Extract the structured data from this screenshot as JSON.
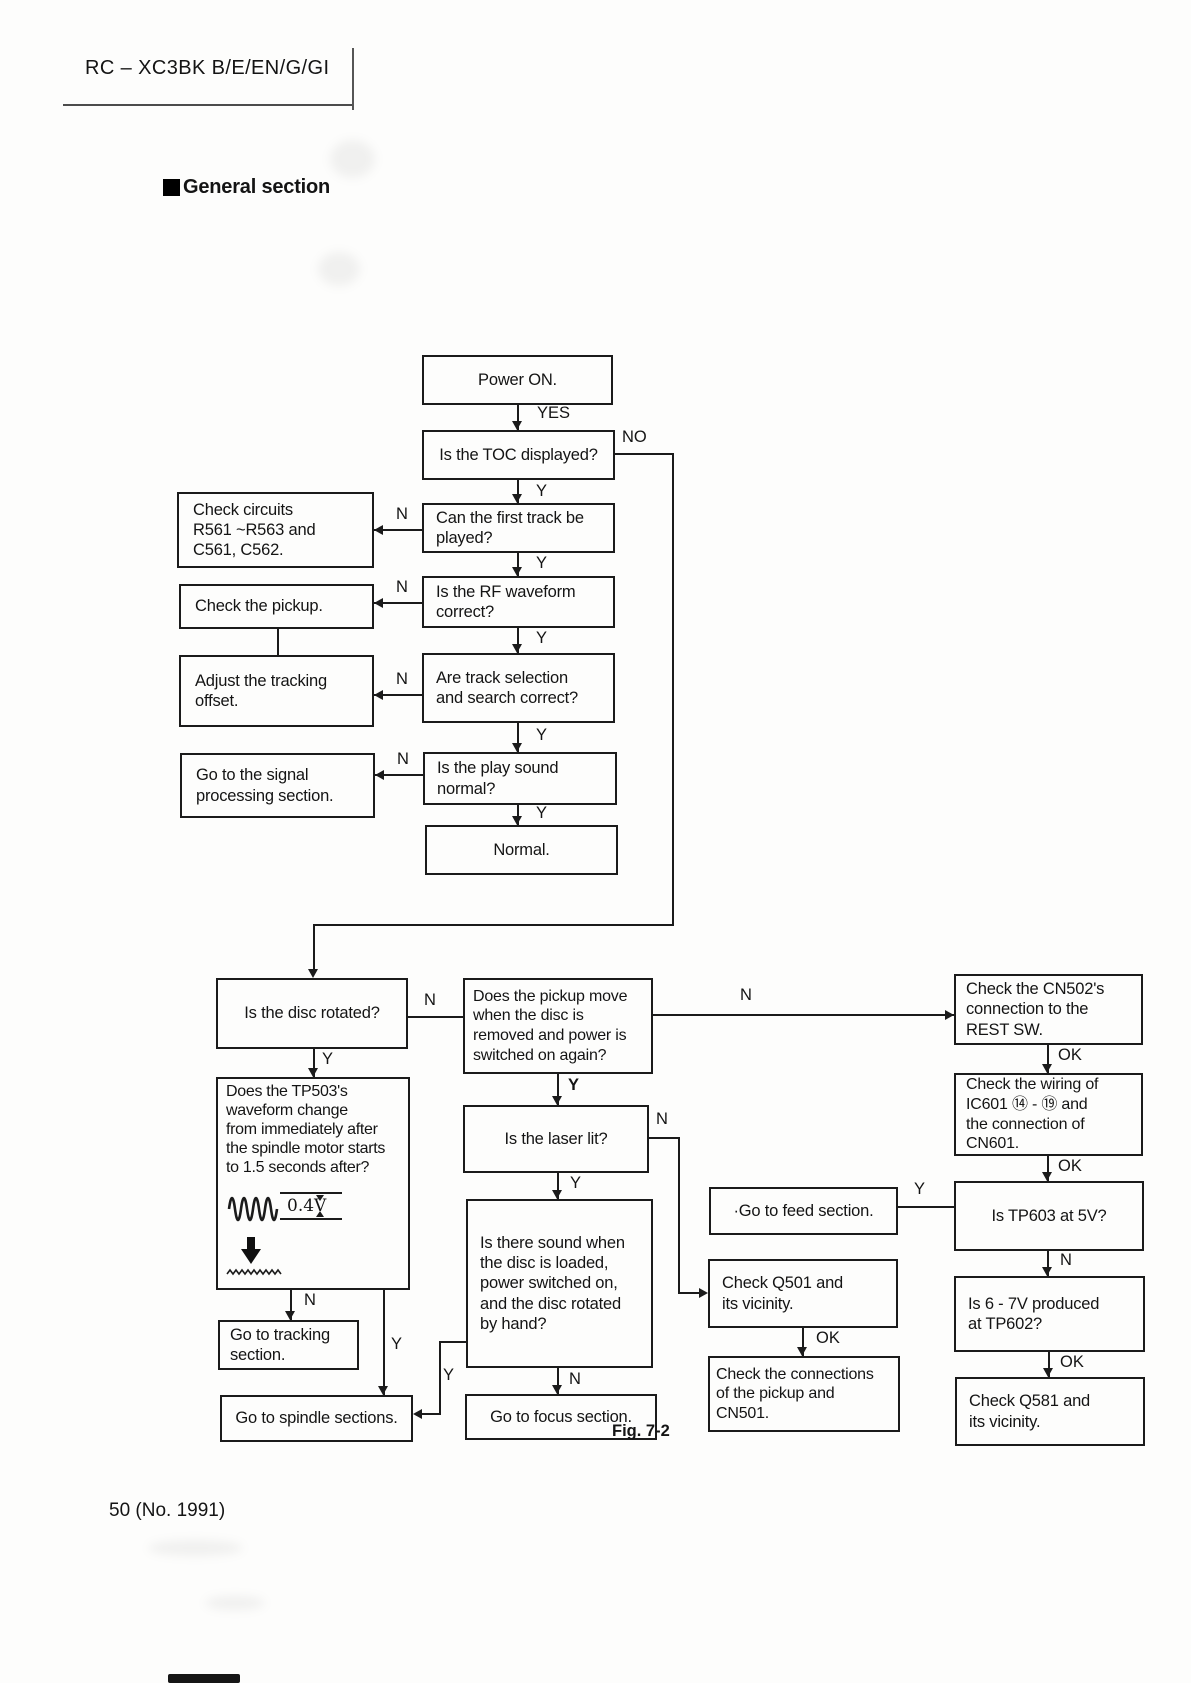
{
  "page": {
    "model_code": "RC – XC3BK B/E/EN/G/GI",
    "section_title": "General section",
    "figure_caption": "Fig. 7-2",
    "page_footer": "50  (No. 1991)"
  },
  "labels": {
    "yes": "YES",
    "no": "NO",
    "y": "Y",
    "n": "N",
    "ok": "OK"
  },
  "nodes": {
    "power_on": "Power ON.",
    "toc_displayed": "Is the TOC displayed?",
    "first_track": "Can the first track be\nplayed?",
    "check_circuits": "Check circuits\nR561 ~R563 and\nC561, C562.",
    "rf_waveform": "Is the RF waveform\ncorrect?",
    "check_pickup": "Check the pickup.",
    "track_selection": "Are track selection\nand search correct?",
    "adjust_tracking": "Adjust the tracking\noffset.",
    "play_sound": "Is the play sound\nnormal?",
    "signal_processing": "Go to the signal\nprocessing section.",
    "normal": "Normal.",
    "disc_rotated": "Is the disc rotated?",
    "pickup_move": "Does the pickup move\nwhen the disc is\nremoved and power is\nswitched on again?",
    "tp503_waveform": "Does the TP503's\nwaveform change\nfrom immediately after\nthe spindle motor starts\nto 1.5 seconds after?",
    "tp503_level": "0.4V",
    "laser_lit": "Is the laser lit?",
    "sound_when_loaded": "Is there sound when\nthe disc is loaded,\npower switched on,\nand the disc rotated\nby hand?",
    "go_tracking": "Go to tracking\nsection.",
    "go_spindle": "Go to spindle sections.",
    "go_focus": "Go to focus section.",
    "check_cn502": "Check the CN502's\nconnection to the\nREST SW.",
    "check_ic601": "Check the wiring of\nIC601 ⑭ - ⑲ and\nthe connection of\nCN601.",
    "tp603_5v": "Is TP603 at 5V?",
    "go_feed": "·Go to feed section.",
    "check_q501": "Check Q501 and\nits vicinity.",
    "tp602_6_7v": "Is 6 - 7V produced\nat TP602?",
    "pickup_cn501": "Check the connections\nof the pickup and\nCN501.",
    "check_q581": "Check Q581 and\nits vicinity."
  }
}
